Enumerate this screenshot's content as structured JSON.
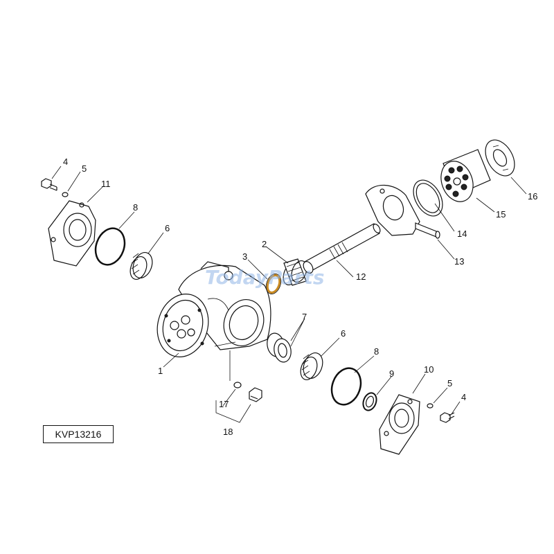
{
  "reference_code": "KVP13216",
  "watermark": "TodayParts",
  "callouts": [
    "1",
    "2",
    "3",
    "4",
    "5",
    "6",
    "7",
    "8",
    "9",
    "10",
    "11",
    "12",
    "13",
    "14",
    "15",
    "16",
    "17",
    "18"
  ],
  "callouts_repeated": {
    "4": "4",
    "5": "5",
    "6": "6",
    "8": "8"
  }
}
